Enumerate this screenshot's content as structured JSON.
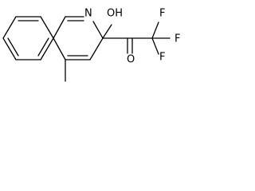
{
  "molecule": {
    "atoms": {
      "ring_nitrogen": "N",
      "hydroxyl": "OH",
      "carbonyl_oxygen": "O",
      "fluorine_top": "F",
      "fluorine_right": "F",
      "fluorine_bottom": "F"
    },
    "colors": {
      "bond": "#000000",
      "text": "#000000",
      "background": "#ffffff"
    }
  }
}
